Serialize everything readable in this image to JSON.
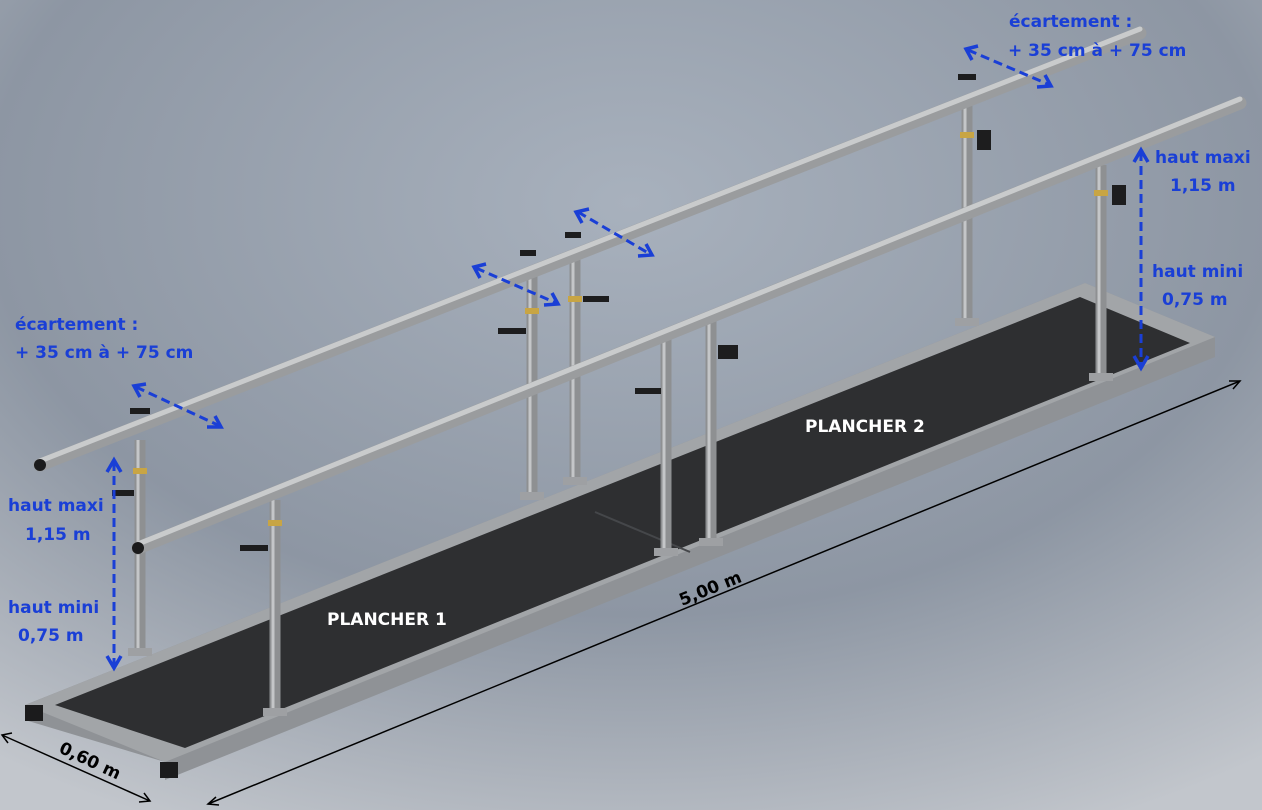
{
  "labels": {
    "spacing_left_title": "écartement :",
    "spacing_left_range": "+ 35 cm à + 75 cm",
    "spacing_right_title": "écartement :",
    "spacing_right_range": "+ 35 cm à + 75 cm",
    "height_max_left_title": "haut maxi",
    "height_max_left_value": "1,15 m",
    "height_min_left_title": "haut mini",
    "height_min_left_value": "0,75 m",
    "height_max_right_title": "haut maxi",
    "height_max_right_value": "1,15 m",
    "height_min_right_title": "haut mini",
    "height_min_right_value": "0,75 m",
    "floor_1": "PLANCHER 1",
    "floor_2": "PLANCHER 2",
    "length": "5,00 m",
    "width": "0,60 m"
  },
  "colors": {
    "annotation": "#1a3fd6",
    "mat": "#2e2f31",
    "frame": "#9fa2a5"
  }
}
